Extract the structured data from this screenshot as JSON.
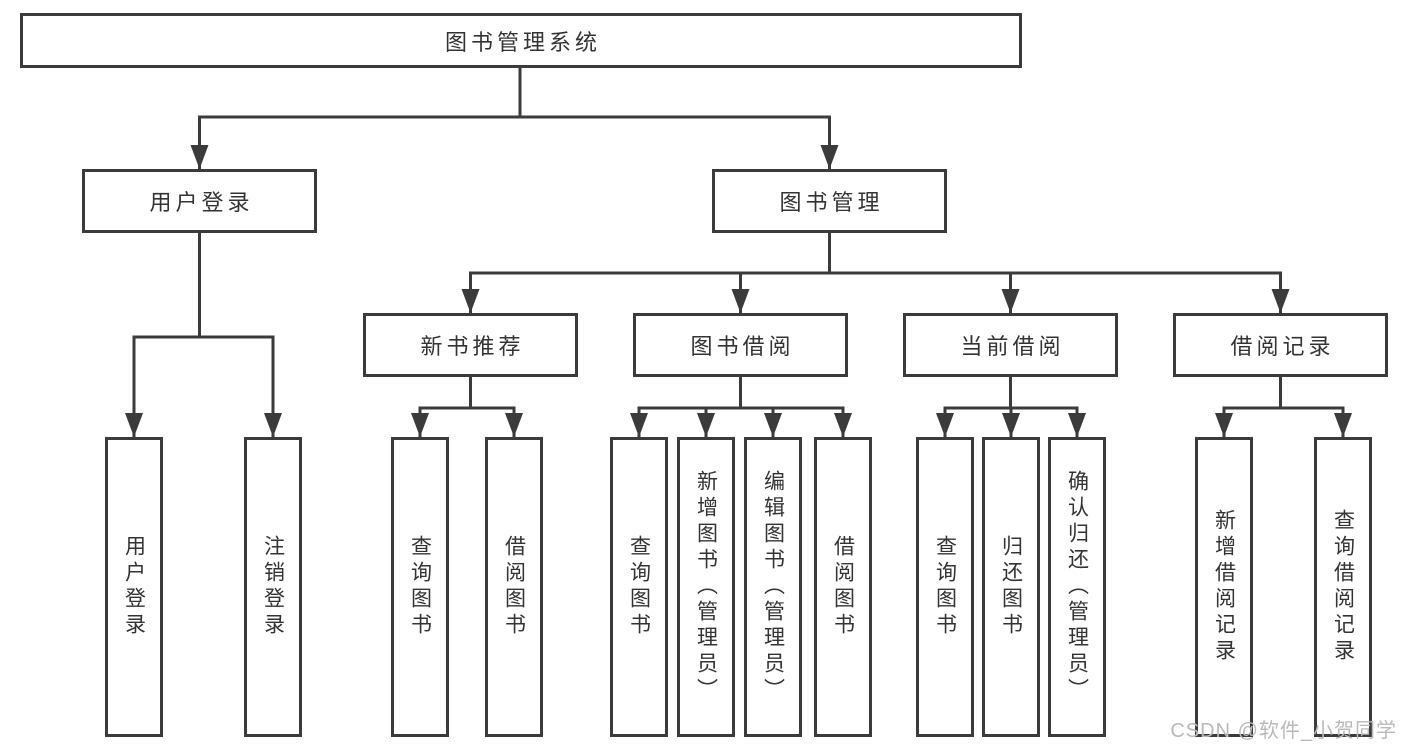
{
  "diagram": {
    "type": "hierarchy-tree",
    "root": {
      "label": "图书管理系统",
      "children": [
        {
          "label": "用户登录",
          "children": [
            {
              "label": "用户登录"
            },
            {
              "label": "注销登录"
            }
          ]
        },
        {
          "label": "图书管理",
          "children": [
            {
              "label": "新书推荐",
              "children": [
                {
                  "label": "查询图书"
                },
                {
                  "label": "借阅图书"
                }
              ]
            },
            {
              "label": "图书借阅",
              "children": [
                {
                  "label": "查询图书"
                },
                {
                  "label": "新增图书（管理员）"
                },
                {
                  "label": "编辑图书（管理员）"
                },
                {
                  "label": "借阅图书"
                }
              ]
            },
            {
              "label": "当前借阅",
              "children": [
                {
                  "label": "查询图书"
                },
                {
                  "label": "归还图书"
                },
                {
                  "label": "确认归还（管理员）"
                }
              ]
            },
            {
              "label": "借阅记录",
              "children": [
                {
                  "label": "新增借阅记录"
                },
                {
                  "label": "查询借阅记录"
                }
              ]
            }
          ]
        }
      ]
    }
  },
  "watermark": {
    "text": "CSDN @软件_小贺同学"
  },
  "colors": {
    "line": "#3b3b3b",
    "box_border": "#3b3b3b",
    "text": "#333333",
    "watermark": "#b9b9b9",
    "background": "#ffffff"
  }
}
